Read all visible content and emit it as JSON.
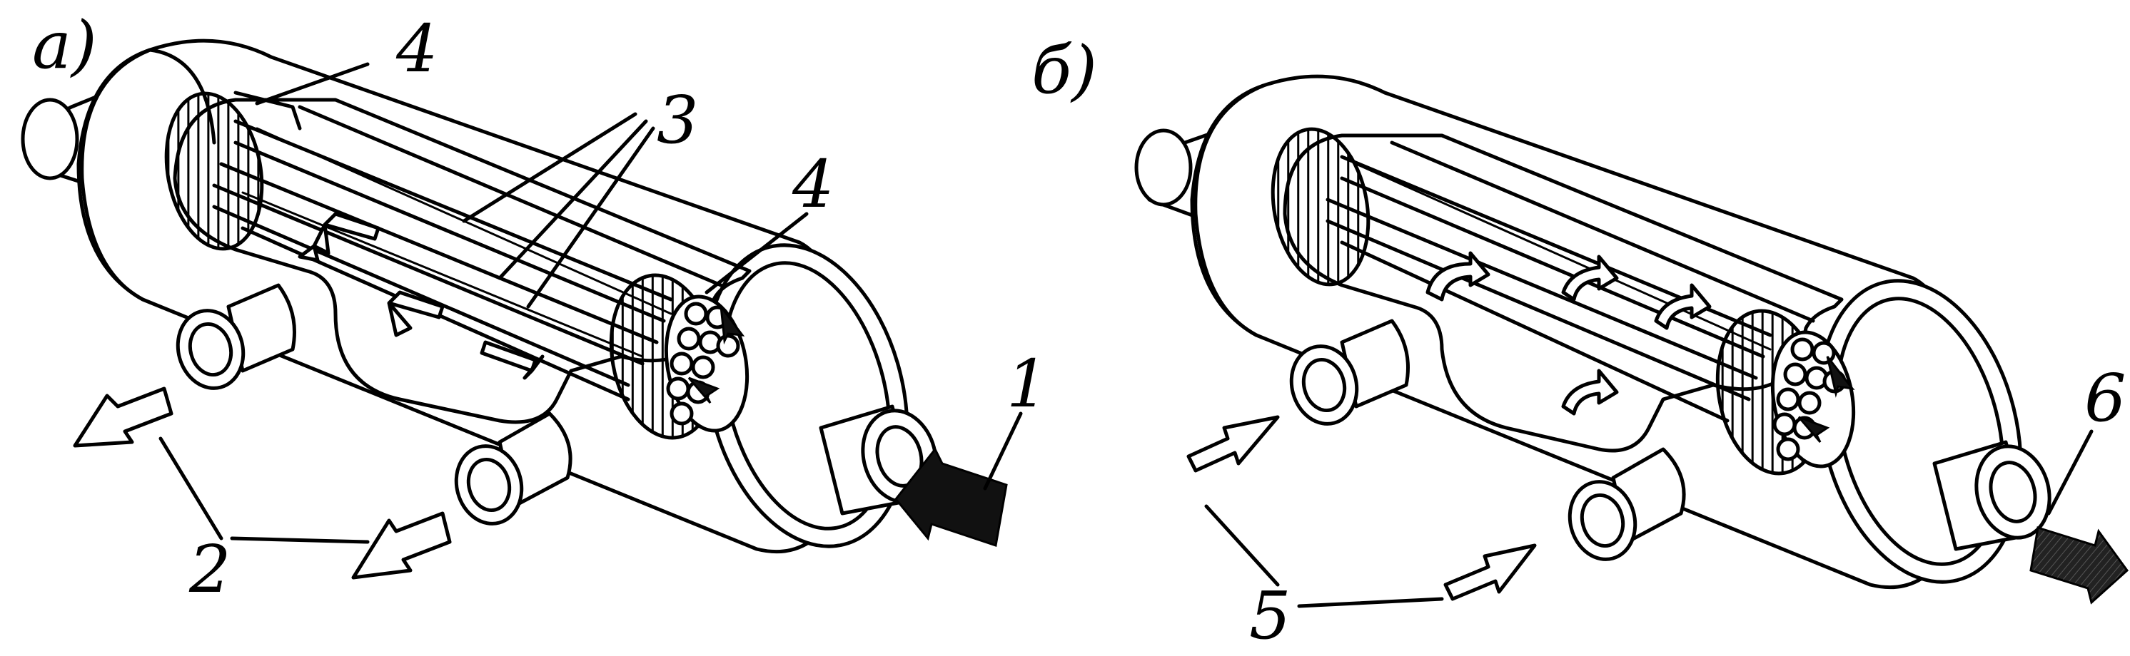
{
  "panels": [
    {
      "id": "a",
      "letter": "а)",
      "labels": {
        "inlet": "1",
        "outlets": "2",
        "tubes": "3",
        "tubesheets": "4"
      }
    },
    {
      "id": "b",
      "letter": "б)",
      "labels": {
        "inlets": "5",
        "outlet": "6"
      }
    }
  ],
  "colors": {
    "ink": "#000000",
    "paper": "#ffffff",
    "arrow_fill": "#111111"
  }
}
